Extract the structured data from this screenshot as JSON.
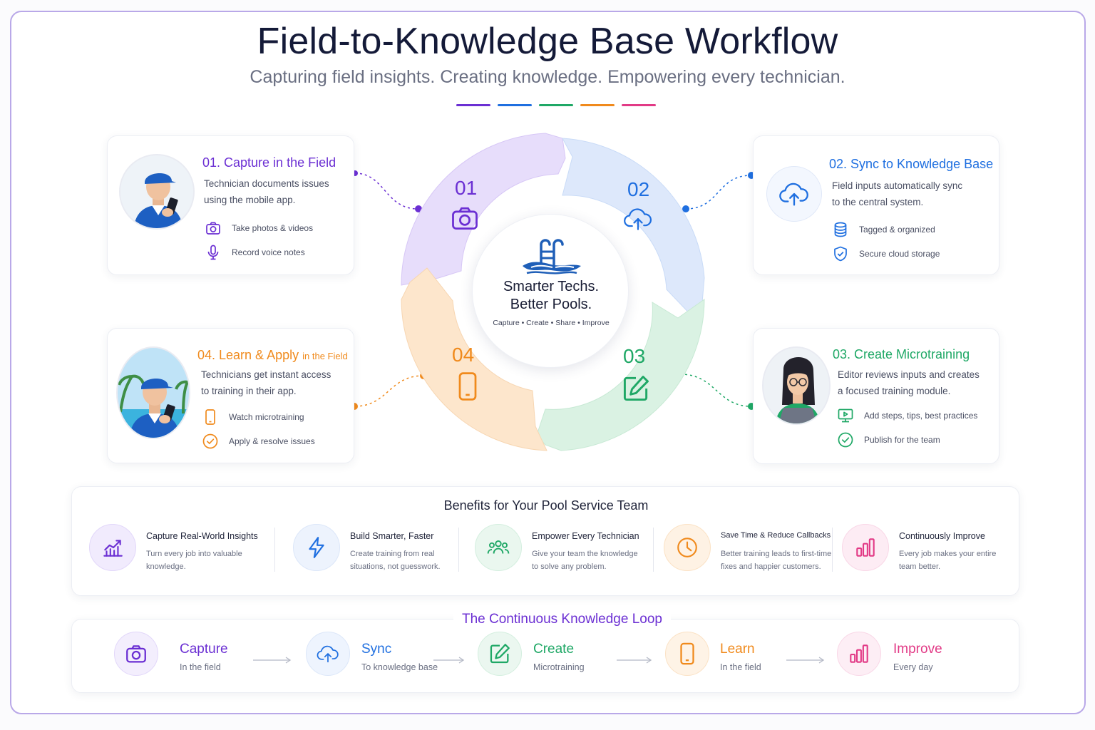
{
  "header": {
    "title": "Field-to-Knowledge Base Workflow",
    "subtitle": "Capturing field insights. Creating knowledge. Empowering every technician."
  },
  "colors": {
    "purple": "#6b2fd3",
    "blue": "#1f6fe0",
    "green": "#1fa866",
    "orange": "#f08a1c",
    "pink": "#e23a86"
  },
  "steps": [
    {
      "title": "01. Capture in the Field",
      "description": [
        "Technician documents issues",
        "using the mobile app."
      ],
      "features": [
        {
          "icon": "camera-icon",
          "label": "Take photos & videos"
        },
        {
          "icon": "microphone-icon",
          "label": "Record voice notes"
        }
      ]
    },
    {
      "title": "02. Sync to Knowledge Base",
      "description": [
        "Field inputs automatically sync",
        "to the central system."
      ],
      "features": [
        {
          "icon": "database-icon",
          "label": "Tagged & organized"
        },
        {
          "icon": "shield-check-icon",
          "label": "Secure cloud storage"
        }
      ]
    },
    {
      "title": "03. Create Microtraining",
      "description": [
        "Editor reviews inputs and creates",
        "a focused training module."
      ],
      "features": [
        {
          "icon": "play-screen-icon",
          "label": "Add steps, tips, best practices"
        },
        {
          "icon": "check-circle-icon",
          "label": "Publish for the team"
        }
      ]
    },
    {
      "title_main": "04. Learn & Apply",
      "title_small": "in the Field",
      "description": [
        "Technicians get instant access",
        "to training in their app."
      ],
      "features": [
        {
          "icon": "phone-icon",
          "label": "Watch microtraining"
        },
        {
          "icon": "check-circle-icon",
          "label": "Apply & resolve issues"
        }
      ]
    }
  ],
  "wheel": {
    "numbers": [
      "01",
      "02",
      "03",
      "04"
    ],
    "center": {
      "line1": "Smarter Techs.",
      "line2": "Better Pools.",
      "tagline": "Capture • Create • Share • Improve"
    }
  },
  "benefits": {
    "title": "Benefits for Your Pool Service Team",
    "items": [
      {
        "icon": "growth-chart-icon",
        "title": "Capture Real-World Insights",
        "desc": [
          "Turn every job into valuable",
          "knowledge."
        ]
      },
      {
        "icon": "lightning-icon",
        "title": "Build Smarter, Faster",
        "desc": [
          "Create training from real",
          "situations, not guesswork."
        ]
      },
      {
        "icon": "team-icon",
        "title": "Empower Every Technician",
        "desc": [
          "Give your team the knowledge",
          "to solve any problem."
        ]
      },
      {
        "icon": "clock-icon",
        "title": "Save Time & Reduce Callbacks",
        "desc": [
          "Better training leads to first-time",
          "fixes and happier customers."
        ]
      },
      {
        "icon": "bar-chart-icon",
        "title": "Continuously Improve",
        "desc": [
          "Every job makes your entire",
          "team better."
        ]
      }
    ]
  },
  "loop": {
    "title": "The Continuous Knowledge Loop",
    "items": [
      {
        "icon": "camera-icon",
        "name": "Capture",
        "sub": "In the field"
      },
      {
        "icon": "cloud-upload-icon",
        "name": "Sync",
        "sub": "To knowledge base"
      },
      {
        "icon": "edit-icon",
        "name": "Create",
        "sub": "Microtraining"
      },
      {
        "icon": "phone-icon",
        "name": "Learn",
        "sub": "In the field"
      },
      {
        "icon": "bar-chart-icon",
        "name": "Improve",
        "sub": "Every day"
      }
    ]
  }
}
